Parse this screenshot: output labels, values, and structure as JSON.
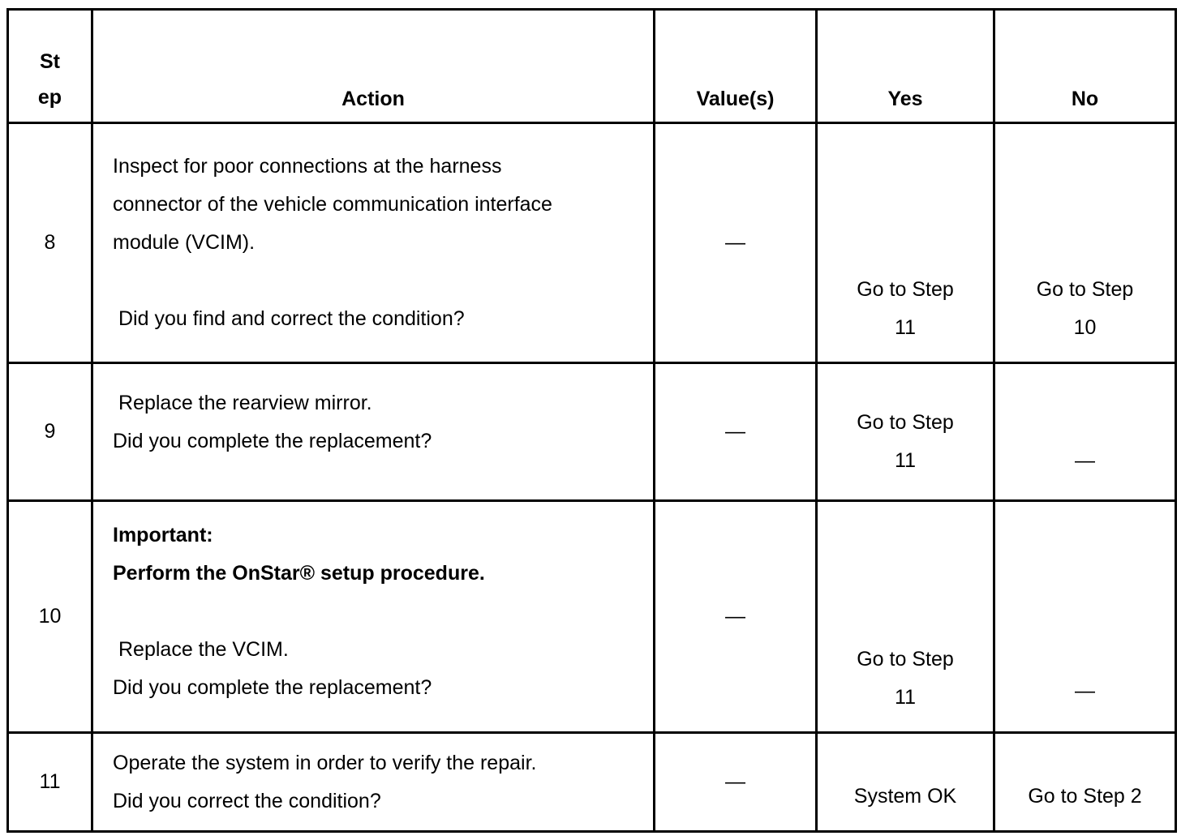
{
  "table": {
    "headers": {
      "step_line1": "St",
      "step_line2": "ep",
      "action": "Action",
      "values": "Value(s)",
      "yes": "Yes",
      "no": "No"
    },
    "dash": "—",
    "rows": [
      {
        "step": "8",
        "action_lines": [
          "Inspect for poor connections at the harness",
          "connector of the vehicle communication interface",
          "module (VCIM).",
          "Did you find and correct the condition?"
        ],
        "value": "—",
        "yes_line1": "Go to Step",
        "yes_line2": "11",
        "no_line1": "Go to Step",
        "no_line2": "10"
      },
      {
        "step": "9",
        "action_lines": [
          "Replace the rearview mirror.",
          "Did you complete the replacement?"
        ],
        "value": "—",
        "yes_line1": "Go to Step",
        "yes_line2": "11",
        "no_line1": "—",
        "no_line2": ""
      },
      {
        "step": "10",
        "action_bold_lines": [
          "Important:",
          "Perform the OnStar® setup procedure."
        ],
        "action_lines": [
          "Replace the VCIM.",
          "Did you complete the replacement?"
        ],
        "value": "—",
        "yes_line1": "Go to Step",
        "yes_line2": "11",
        "no_line1": "—",
        "no_line2": ""
      },
      {
        "step": "11",
        "action_lines": [
          "Operate the system in order to verify the repair.",
          "Did you correct the condition?"
        ],
        "value": "—",
        "yes_line1": "System OK",
        "yes_line2": "",
        "no_line1": "Go to Step 2",
        "no_line2": ""
      }
    ]
  }
}
